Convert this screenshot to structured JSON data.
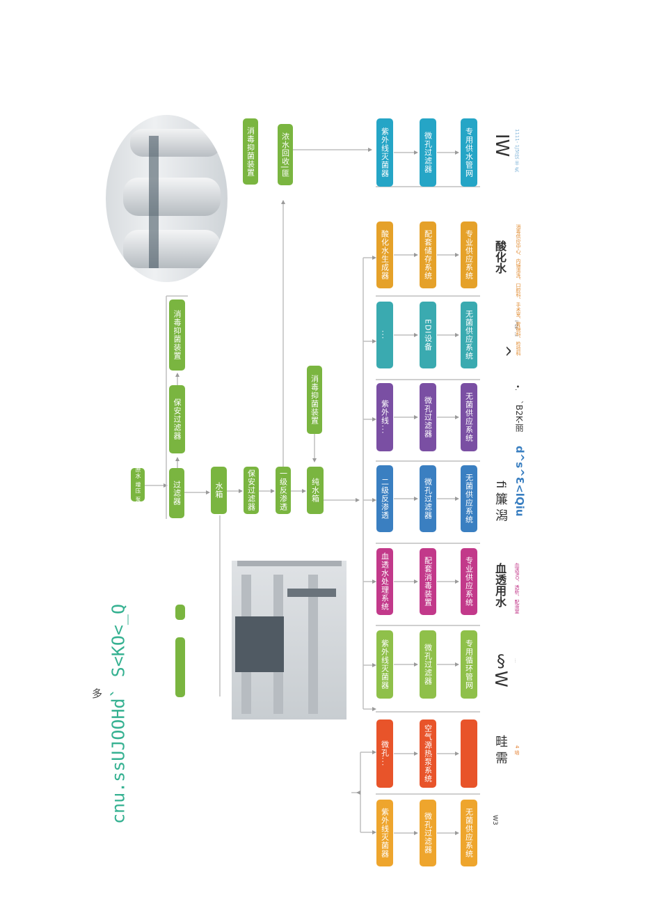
{
  "header": {
    "main_title": "cnu.ssUJOOHd` S<KO<_Q",
    "title_note": "多"
  },
  "colors": {
    "pretreat": "#7ab540",
    "line": "#bfbfbf",
    "arrow": "#9a9a9a",
    "col_green": "#8fc04a",
    "col_blue": "#3a7fc1",
    "col_purple": "#7a4fa3",
    "col_teal": "#3aaab0",
    "col_orange": "#e5a129",
    "col_cyan": "#25a5c6",
    "col_magenta": "#c2398a",
    "col_red": "#e8542a"
  },
  "pretreatment": {
    "top_small": "原水 增压 泵",
    "filter": "过滤器",
    "tank": "水箱",
    "security_filter": "保安过滤器",
    "ro_first": "一级反渗透",
    "pure_tank": "纯水箱",
    "upper_security": "保安过滤器",
    "upper_disinfect": "消毒抑菌装置",
    "mid_disinfect": "消毒抑菌装置",
    "far_disinfect": "消毒抑菌装置",
    "concentrate_recover": "浓水回收|匪"
  },
  "columns": [
    {
      "id": "sterile-supply",
      "steps": [
        "紫外线灭菌器",
        "微孔过滤器",
        "无菌供应系统"
      ],
      "label": "W3",
      "note": ""
    },
    {
      "id": "hot-water",
      "steps": [
        "微孔...",
        "空气源热泵系统",
        ""
      ],
      "label": "畦 需",
      "note": "4 培"
    },
    {
      "id": "circulation",
      "steps": [
        "紫外线灭菌器",
        "微孔过滤器",
        "专用循环管网"
      ],
      "label": "§W",
      "note": "..."
    },
    {
      "id": "dialysis",
      "steps": [
        "血透水处理系统",
        "配套消毒装置",
        "专业供应系统"
      ],
      "label": "血透用水",
      "note": "血透RO、透析、配液室"
    },
    {
      "id": "ro-second",
      "steps": [
        "二级反渗透",
        "微孔过滤器",
        "无菌供应系统"
      ],
      "label": "fi 簾 潟",
      "note": "d^s^Ɛ<lQiu"
    },
    {
      "id": "purple-line",
      "steps": [
        "紫外线...",
        "微孔过滤器",
        "无菌供应系统"
      ],
      "label": "`B2K-丽",
      "note": "•."
    },
    {
      "id": "edi-line",
      "steps": [
        "...",
        "EDI设备",
        "无菌供应系统"
      ],
      "label": "^",
      "note": "i*ts- ..i"
    },
    {
      "id": "acid-water",
      "steps": [
        "酸化水生成器",
        "配套储存系统",
        "专业供应系统"
      ],
      "label": "酸化水",
      "note": "消毒供应中心、内镜清洗、口腔科、手术室、胃镜科、检验科"
    },
    {
      "id": "direct-drink",
      "steps": [
        "紫外线灭菌器",
        "微孔过滤器",
        "专用供水管网"
      ],
      "label": "IW",
      "note": "1111- 1J5t饮 半 炙"
    }
  ]
}
